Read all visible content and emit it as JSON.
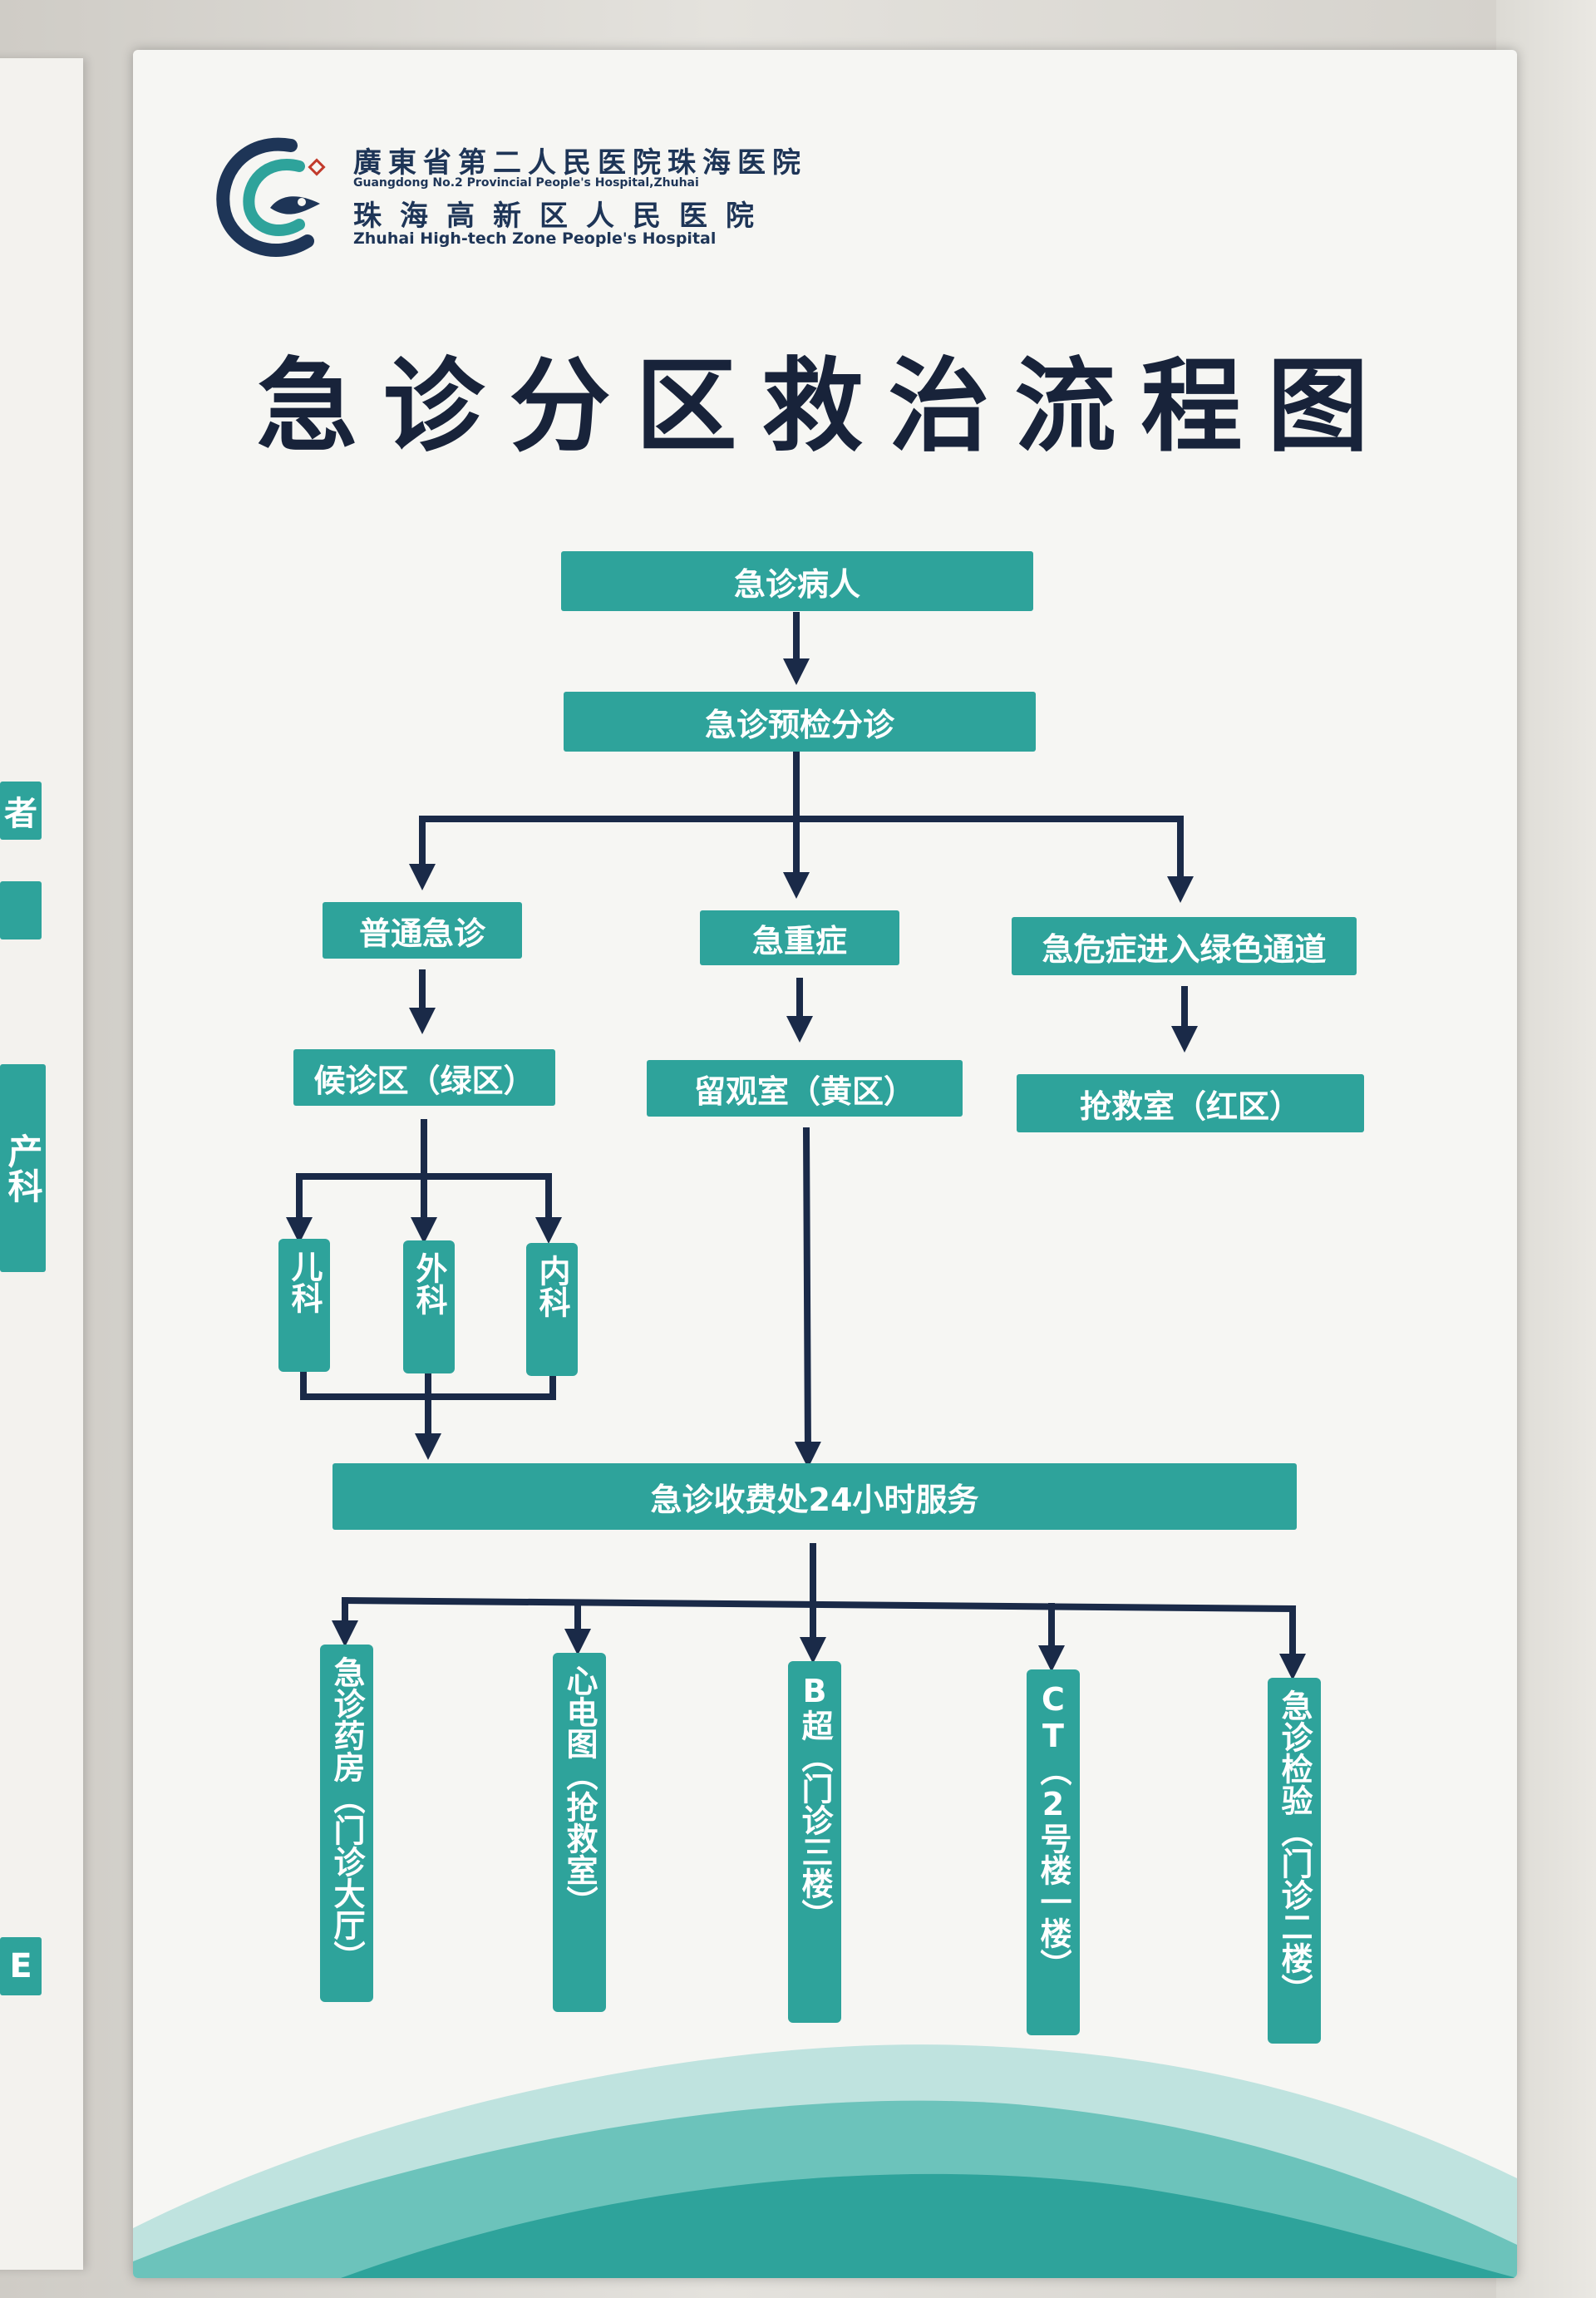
{
  "hospital": {
    "name_cn_1": "廣東省第二人民医院珠海医院",
    "name_en_1": "Guangdong No.2 Provincial People's Hospital,Zhuhai",
    "name_cn_2": "珠海高新区人民医院",
    "name_en_2": "Zhuhai High-tech Zone People's Hospital"
  },
  "title": "急诊分区救治流程图",
  "flow": {
    "start": "急诊病人",
    "triage": "急诊预检分诊",
    "branches": {
      "general": "普通急诊",
      "severe": "急重症",
      "critical": "急危症进入绿色通道"
    },
    "areas": {
      "green": "候诊区（绿区）",
      "yellow": "留观室（黄区）",
      "red": "抢救室（红区）"
    },
    "departments": [
      "儿科",
      "外科",
      "内科"
    ],
    "billing": "急诊收费处24小时服务",
    "services": [
      "急诊药房（门诊大厅）",
      "心电图（抢救室）",
      "B超（门诊三楼）",
      "CT（2号楼一楼）",
      "急诊检验（门诊二楼）"
    ]
  },
  "left_board": {
    "items": [
      "者",
      "",
      "产科",
      "E"
    ]
  },
  "colors": {
    "teal": "#2ea39b",
    "arrow": "#1a2a48",
    "title": "#18233a"
  }
}
